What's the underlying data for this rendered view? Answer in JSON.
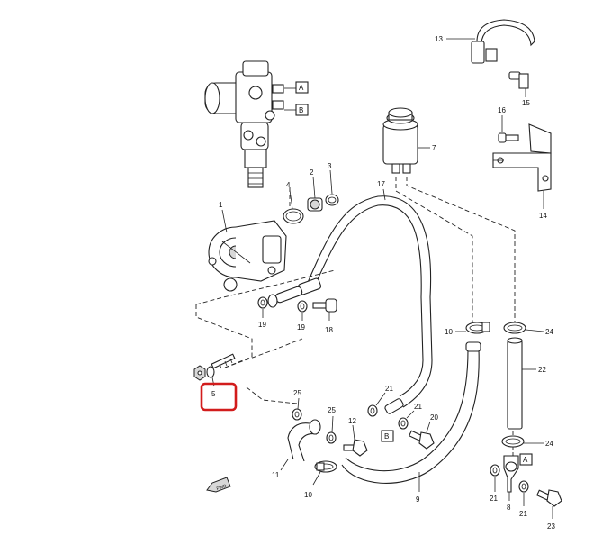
{
  "callouts": {
    "c1": "1",
    "c2": "2",
    "c3": "3",
    "c4": "4",
    "c5": "5",
    "c7": "7",
    "c8": "8",
    "c9": "9",
    "c10a": "10",
    "c10b": "10",
    "c11": "11",
    "c12": "12",
    "c13": "13",
    "c14": "14",
    "c15": "15",
    "c16": "16",
    "c17": "17",
    "c18": "18",
    "c19a": "19",
    "c19b": "19",
    "c20": "20",
    "c21a": "21",
    "c21b": "21",
    "c21c": "21",
    "c21d": "21",
    "c22": "22",
    "c23": "23",
    "c24a": "24",
    "c24b": "24",
    "c25a": "25",
    "c25b": "25"
  },
  "ref_tags": {
    "a_top": "A",
    "b_top": "B",
    "b_mid": "B",
    "a_bottom": "A"
  },
  "front_arrow_label": "FWD",
  "highlight": {
    "target": "5",
    "color": "#d21c1c"
  }
}
